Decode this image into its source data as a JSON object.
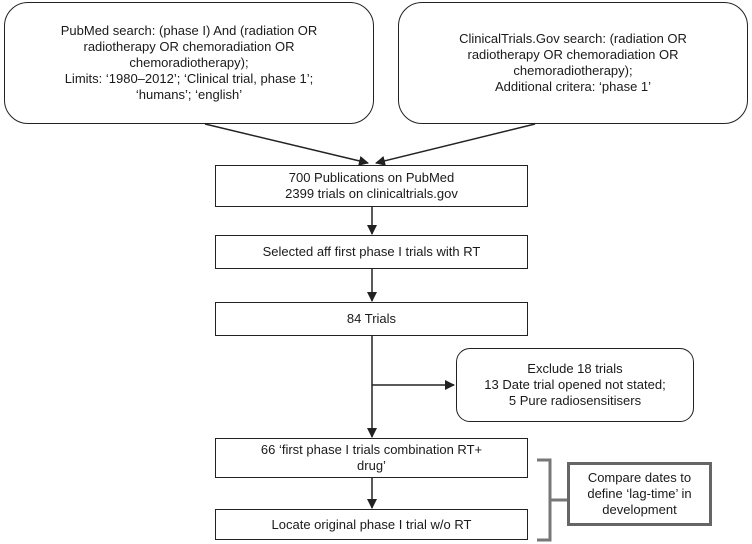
{
  "search_boxes": {
    "pubmed": {
      "lines": [
        "PubMed search: (phase I) And (radiation OR",
        "radiotherapy OR chemoradiation OR",
        "chemoradiotherapy);",
        "Limits: ‘1980–2012’; ‘Clinical trial, phase 1’;",
        "‘humans’; ‘english’"
      ]
    },
    "clinicaltrials": {
      "lines": [
        "ClinicalTrials.Gov search: (radiation OR",
        "radiotherapy OR chemoradiation OR",
        "chemoradiotherapy);",
        "Additional critera: ‘phase 1’"
      ]
    }
  },
  "flow": {
    "publications": [
      "700 Publications on PubMed",
      "2399 trials on clinicaltrials.gov"
    ],
    "selected": [
      "Selected aff first phase I trials with RT"
    ],
    "trials84": [
      "84 Trials"
    ],
    "exclude": [
      "Exclude 18 trials",
      "13 Date trial opened not stated;",
      "5 Pure radiosensitisers"
    ],
    "combination": [
      "66 ‘first phase I trials combination RT+",
      "drug’"
    ],
    "locate": [
      "Locate original phase I trial w/o RT"
    ],
    "compare": [
      "Compare dates to",
      "define ‘lag-time’ in",
      "development"
    ]
  },
  "colors": {
    "line": "#222222",
    "compare_border": "#666666",
    "bracket": "#777777"
  }
}
